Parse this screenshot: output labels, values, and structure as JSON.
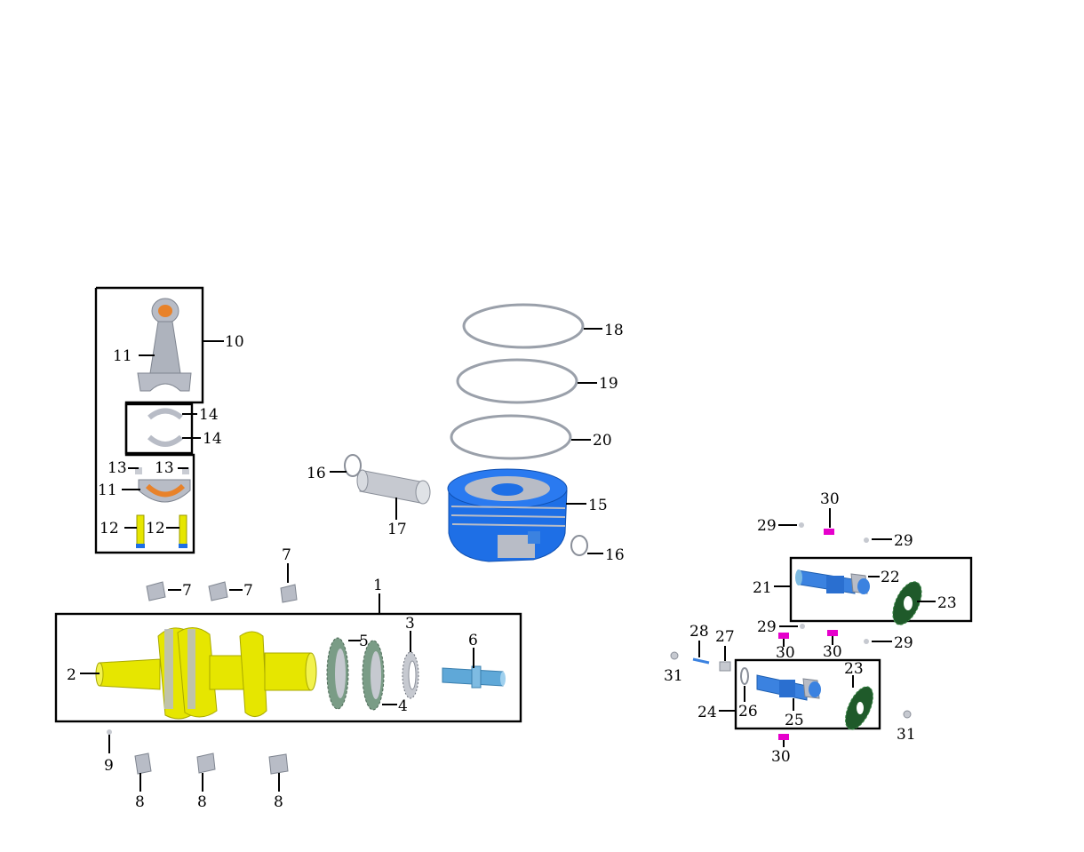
{
  "callouts": {
    "c1": "1",
    "c2": "2",
    "c3": "3",
    "c4": "4",
    "c5": "5",
    "c6": "6",
    "c7a": "7",
    "c7b": "7",
    "c7c": "7",
    "c8a": "8",
    "c8b": "8",
    "c8c": "8",
    "c9": "9",
    "c10": "10",
    "c11a": "11",
    "c11b": "11",
    "c12a": "12",
    "c12b": "12",
    "c13a": "13",
    "c13b": "13",
    "c14a": "14",
    "c14b": "14",
    "c15": "15",
    "c16a": "16",
    "c16b": "16",
    "c17": "17",
    "c18": "18",
    "c19": "19",
    "c20": "20",
    "c21": "21",
    "c22": "22",
    "c23a": "23",
    "c23b": "23",
    "c24": "24",
    "c25": "25",
    "c26": "26",
    "c27": "27",
    "c28": "28",
    "c29a": "29",
    "c29b": "29",
    "c29c": "29",
    "c29d": "29",
    "c30a": "30",
    "c30b": "30",
    "c30c": "30",
    "c30d": "30",
    "c31a": "31",
    "c31b": "31"
  },
  "colors": {
    "crankshaft": "#e6e600",
    "piston": "#1e6fe6",
    "balancer": "#3b82e0",
    "gear": "#7a9c86",
    "steel": "#b8bcc6",
    "bearing": "#e8822a",
    "bolt_head": "#e600cc",
    "washer_dark": "#1f5a2a"
  }
}
